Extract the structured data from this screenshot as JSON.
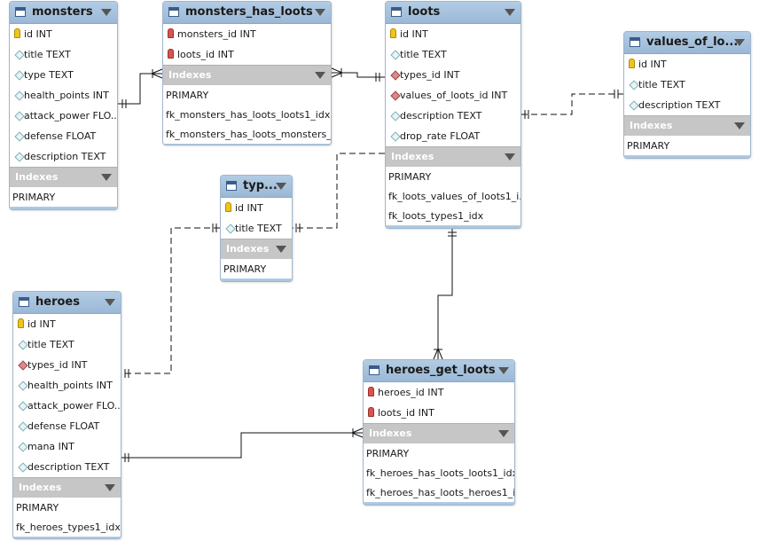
{
  "tables": {
    "monsters": {
      "name": "monsters",
      "columns": [
        "id INT",
        "title TEXT",
        "type TEXT",
        "health_points INT",
        "attack_power FLO...",
        "defense FLOAT",
        "description TEXT"
      ],
      "indexes_label": "Indexes",
      "indexes": [
        "PRIMARY"
      ]
    },
    "monsters_has_loots": {
      "name": "monsters_has_loots",
      "columns": [
        "monsters_id INT",
        "loots_id INT"
      ],
      "indexes_label": "Indexes",
      "indexes": [
        "PRIMARY",
        "fk_monsters_has_loots_loots1_idx",
        "fk_monsters_has_loots_monsters_i..."
      ]
    },
    "loots": {
      "name": "loots",
      "columns": [
        "id INT",
        "title TEXT",
        "types_id INT",
        "values_of_loots_id INT",
        "description TEXT",
        "drop_rate FLOAT"
      ],
      "indexes_label": "Indexes",
      "indexes": [
        "PRIMARY",
        "fk_loots_values_of_loots1_i...",
        "fk_loots_types1_idx"
      ]
    },
    "values_of_loots": {
      "name": "values_of_lo...",
      "columns": [
        "id INT",
        "title TEXT",
        "description TEXT"
      ],
      "indexes_label": "Indexes",
      "indexes": [
        "PRIMARY"
      ]
    },
    "types": {
      "name": "typ...",
      "columns": [
        "id INT",
        "title TEXT"
      ],
      "indexes_label": "Indexes",
      "indexes": [
        "PRIMARY"
      ]
    },
    "heroes": {
      "name": "heroes",
      "columns": [
        "id INT",
        "title TEXT",
        "types_id INT",
        "health_points INT",
        "attack_power FLO...",
        "defense FLOAT",
        "mana INT",
        "description TEXT"
      ],
      "indexes_label": "Indexes",
      "indexes": [
        "PRIMARY",
        "fk_heroes_types1_idx"
      ]
    },
    "heroes_get_loots": {
      "name": "heroes_get_loots",
      "columns": [
        "heroes_id INT",
        "loots_id INT"
      ],
      "indexes_label": "Indexes",
      "indexes": [
        "PRIMARY",
        "fk_heroes_has_loots_loots1_idx",
        "fk_heroes_has_loots_heroes1_i..."
      ]
    }
  }
}
